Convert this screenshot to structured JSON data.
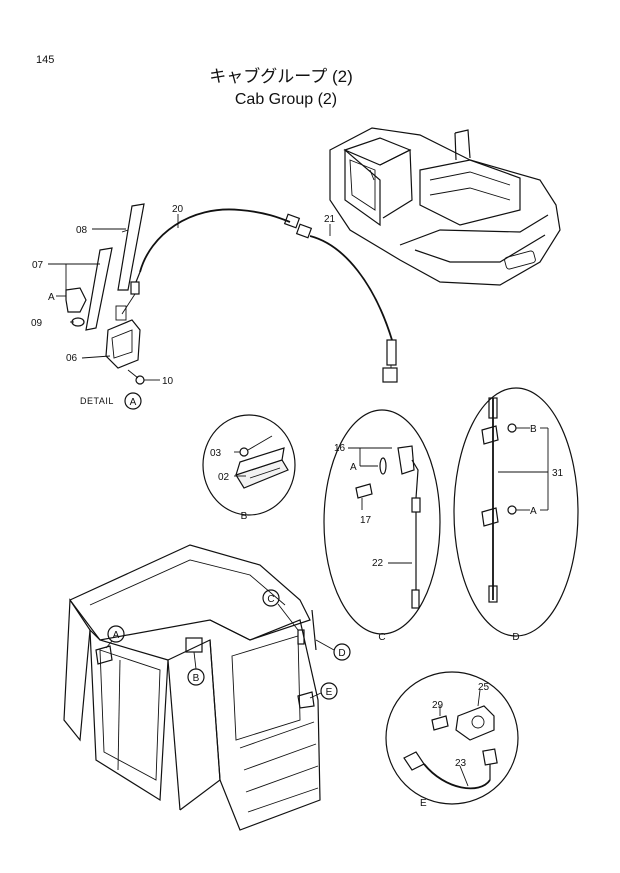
{
  "header": {
    "page_number": "145",
    "title_jp": "キャブグループ (2)",
    "title_en": "Cab Group (2)"
  },
  "detail_caption": "DETAIL",
  "callouts": [
    "08",
    "07",
    "A",
    "09",
    "06",
    "10",
    "20",
    "21",
    "03",
    "02",
    "16",
    "A",
    "17",
    "22",
    "B",
    "31",
    "A",
    "29",
    "25",
    "23"
  ],
  "circle_labels": {
    "a_detail": "A",
    "a_cab": "A",
    "b_cab": "B",
    "c_cab": "C",
    "d_cab": "D",
    "e_cab": "E"
  },
  "detail_letters": {
    "b": "B",
    "c": "C",
    "d": "D",
    "e": "E"
  }
}
